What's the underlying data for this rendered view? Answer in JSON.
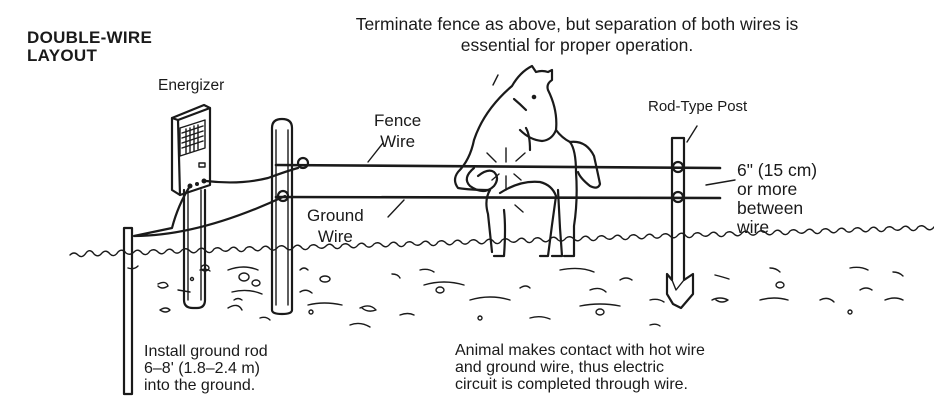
{
  "diagram": {
    "title": "DOUBLE-WIRE\nLAYOUT",
    "caption_top": "Terminate fence as above, but separation of both wires is\nessential for proper operation.",
    "labels": {
      "energizer": "Energizer",
      "fence_wire": "Fence\nWire",
      "ground_wire": "Ground\nWire",
      "rod_type_post": "Rod-Type Post",
      "wire_spacing": "6\" (15 cm)\nor more\nbetween\nwire",
      "ground_rod_instruction": "Install ground rod\n6–8' (1.8–2.4 m)\ninto the ground.",
      "animal_contact": "Animal makes contact with hot wire\nand ground wire, thus electric\ncircuit is completed through wire."
    },
    "components": [
      "energizer",
      "ground-rod",
      "wooden-post",
      "fence-wire",
      "ground-wire",
      "horse",
      "rod-type-post",
      "ground-line"
    ]
  }
}
